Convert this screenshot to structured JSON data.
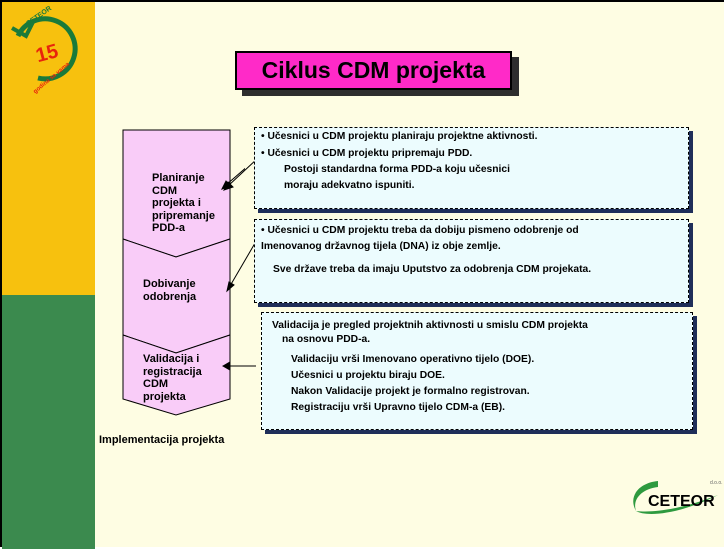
{
  "title": "Ciklus CDM projekta",
  "logo_badge": {
    "number": "15",
    "arc_text": "godina sa vama",
    "top_text": "CETEOR",
    "colors": {
      "ring": "#1a7a3a",
      "number": "#e8240c"
    }
  },
  "stages": [
    "Planiranje CDM projekta i pripremanje PDD-a",
    "Dobivanje odobrenja",
    "Validacija i registracija CDM projekta"
  ],
  "stage_lines": [
    [
      "Planiranje",
      "CDM",
      "projekta i",
      "pripremanje",
      "PDD-a"
    ],
    [
      "Dobivanje",
      "odobrenja"
    ],
    [
      "Validacija i",
      "registracija",
      "CDM",
      "projekta"
    ]
  ],
  "info_boxes": [
    {
      "lines": [
        "• Učesnici u CDM projektu planiraju projektne aktivnosti.",
        "• Učesnici u CDM projektu pripremaju PDD.",
        "Postoji standardna forma PDD-a koju učesnici",
        "moraju adekvatno ispuniti."
      ]
    },
    {
      "lines": [
        "• Učesnici u CDM projektu treba da dobiju pismeno odobrenje od",
        "Imenovanog državnog tijela (DNA) iz obje zemlje.",
        "Sve države treba da imaju Uputstvo za odobrenja CDM projekata."
      ]
    },
    {
      "lines": [
        "Validacija je pregled projektnih aktivnosti u smislu CDM projekta",
        "na osnovu PDD-a.",
        "Validaciju vrši Imenovano operativno tijelo (DOE).",
        "Učesnici u projektu biraju DOE.",
        "Nakon Validacije projekt je formalno registrovan.",
        "Registraciju vrši Upravno tijelo CDM-a (EB)."
      ]
    }
  ],
  "footer": "Implementacija projekta",
  "company": {
    "name": "CETEOR",
    "suffix": "d.o.o."
  },
  "colors": {
    "title_bg": "#ff2ac8",
    "stage_fill": "#f9ccf8",
    "info_bg": "#ecfcfe",
    "band_yellow": "#f7c10e",
    "band_green": "#3b8a4e",
    "slide_bg": "#fefde3"
  }
}
